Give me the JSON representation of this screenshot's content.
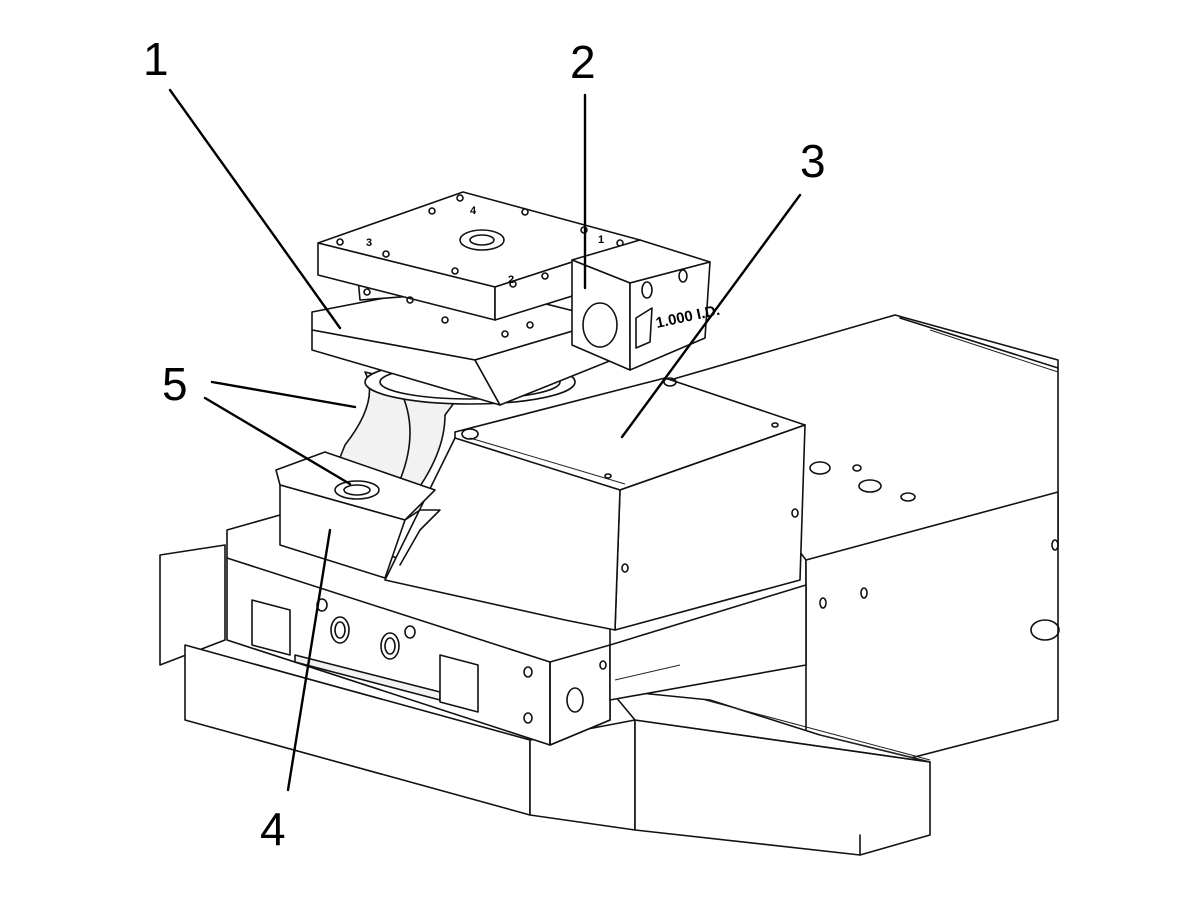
{
  "callouts": [
    {
      "id": "1",
      "label": "1"
    },
    {
      "id": "2",
      "label": "2"
    },
    {
      "id": "3",
      "label": "3"
    },
    {
      "id": "4",
      "label": "4"
    },
    {
      "id": "5",
      "label": "5"
    }
  ],
  "engravings": {
    "size_label": "1.000 I.D.",
    "plate_marks": [
      "1",
      "2",
      "3",
      "4"
    ]
  },
  "colors": {
    "line": "#111111",
    "background": "#ffffff"
  }
}
